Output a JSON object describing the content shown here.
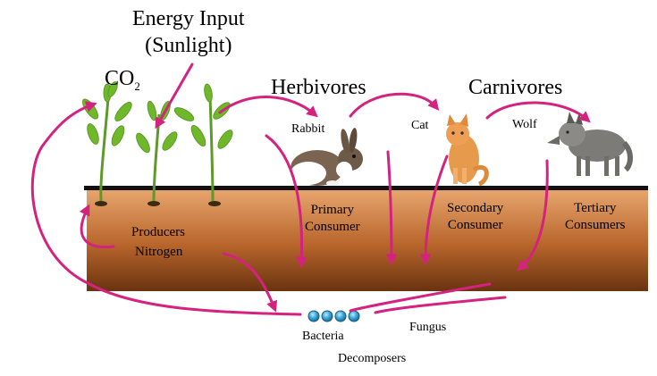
{
  "energy_input": "Energy Input\n(Sunlight)",
  "co2": {
    "main": "CO",
    "sub": "2"
  },
  "groups": {
    "herbivores": "Herbivores",
    "carnivores": "Carnivores"
  },
  "animals": {
    "rabbit": "Rabbit",
    "cat": "Cat",
    "wolf": "Wolf"
  },
  "soil_labels": {
    "producers": "Producers",
    "nitrogen": "Nitrogen",
    "primary_consumer": "Primary\nConsumer",
    "secondary_consumer": "Secondary\nConsumer",
    "tertiary_consumers": "Tertiary\nConsumers"
  },
  "decomposers": {
    "bacteria": "Bacteria",
    "fungus": "Fungus",
    "title": "Decomposers"
  },
  "colors": {
    "arrow": "#d4237f",
    "soil_top": "#e6a06a",
    "soil_bottom": "#6b3410",
    "ground_line": "#111111",
    "bacteria": "#2a96c8",
    "leaf": "#6fb82a",
    "stem": "#5d9a2a"
  }
}
